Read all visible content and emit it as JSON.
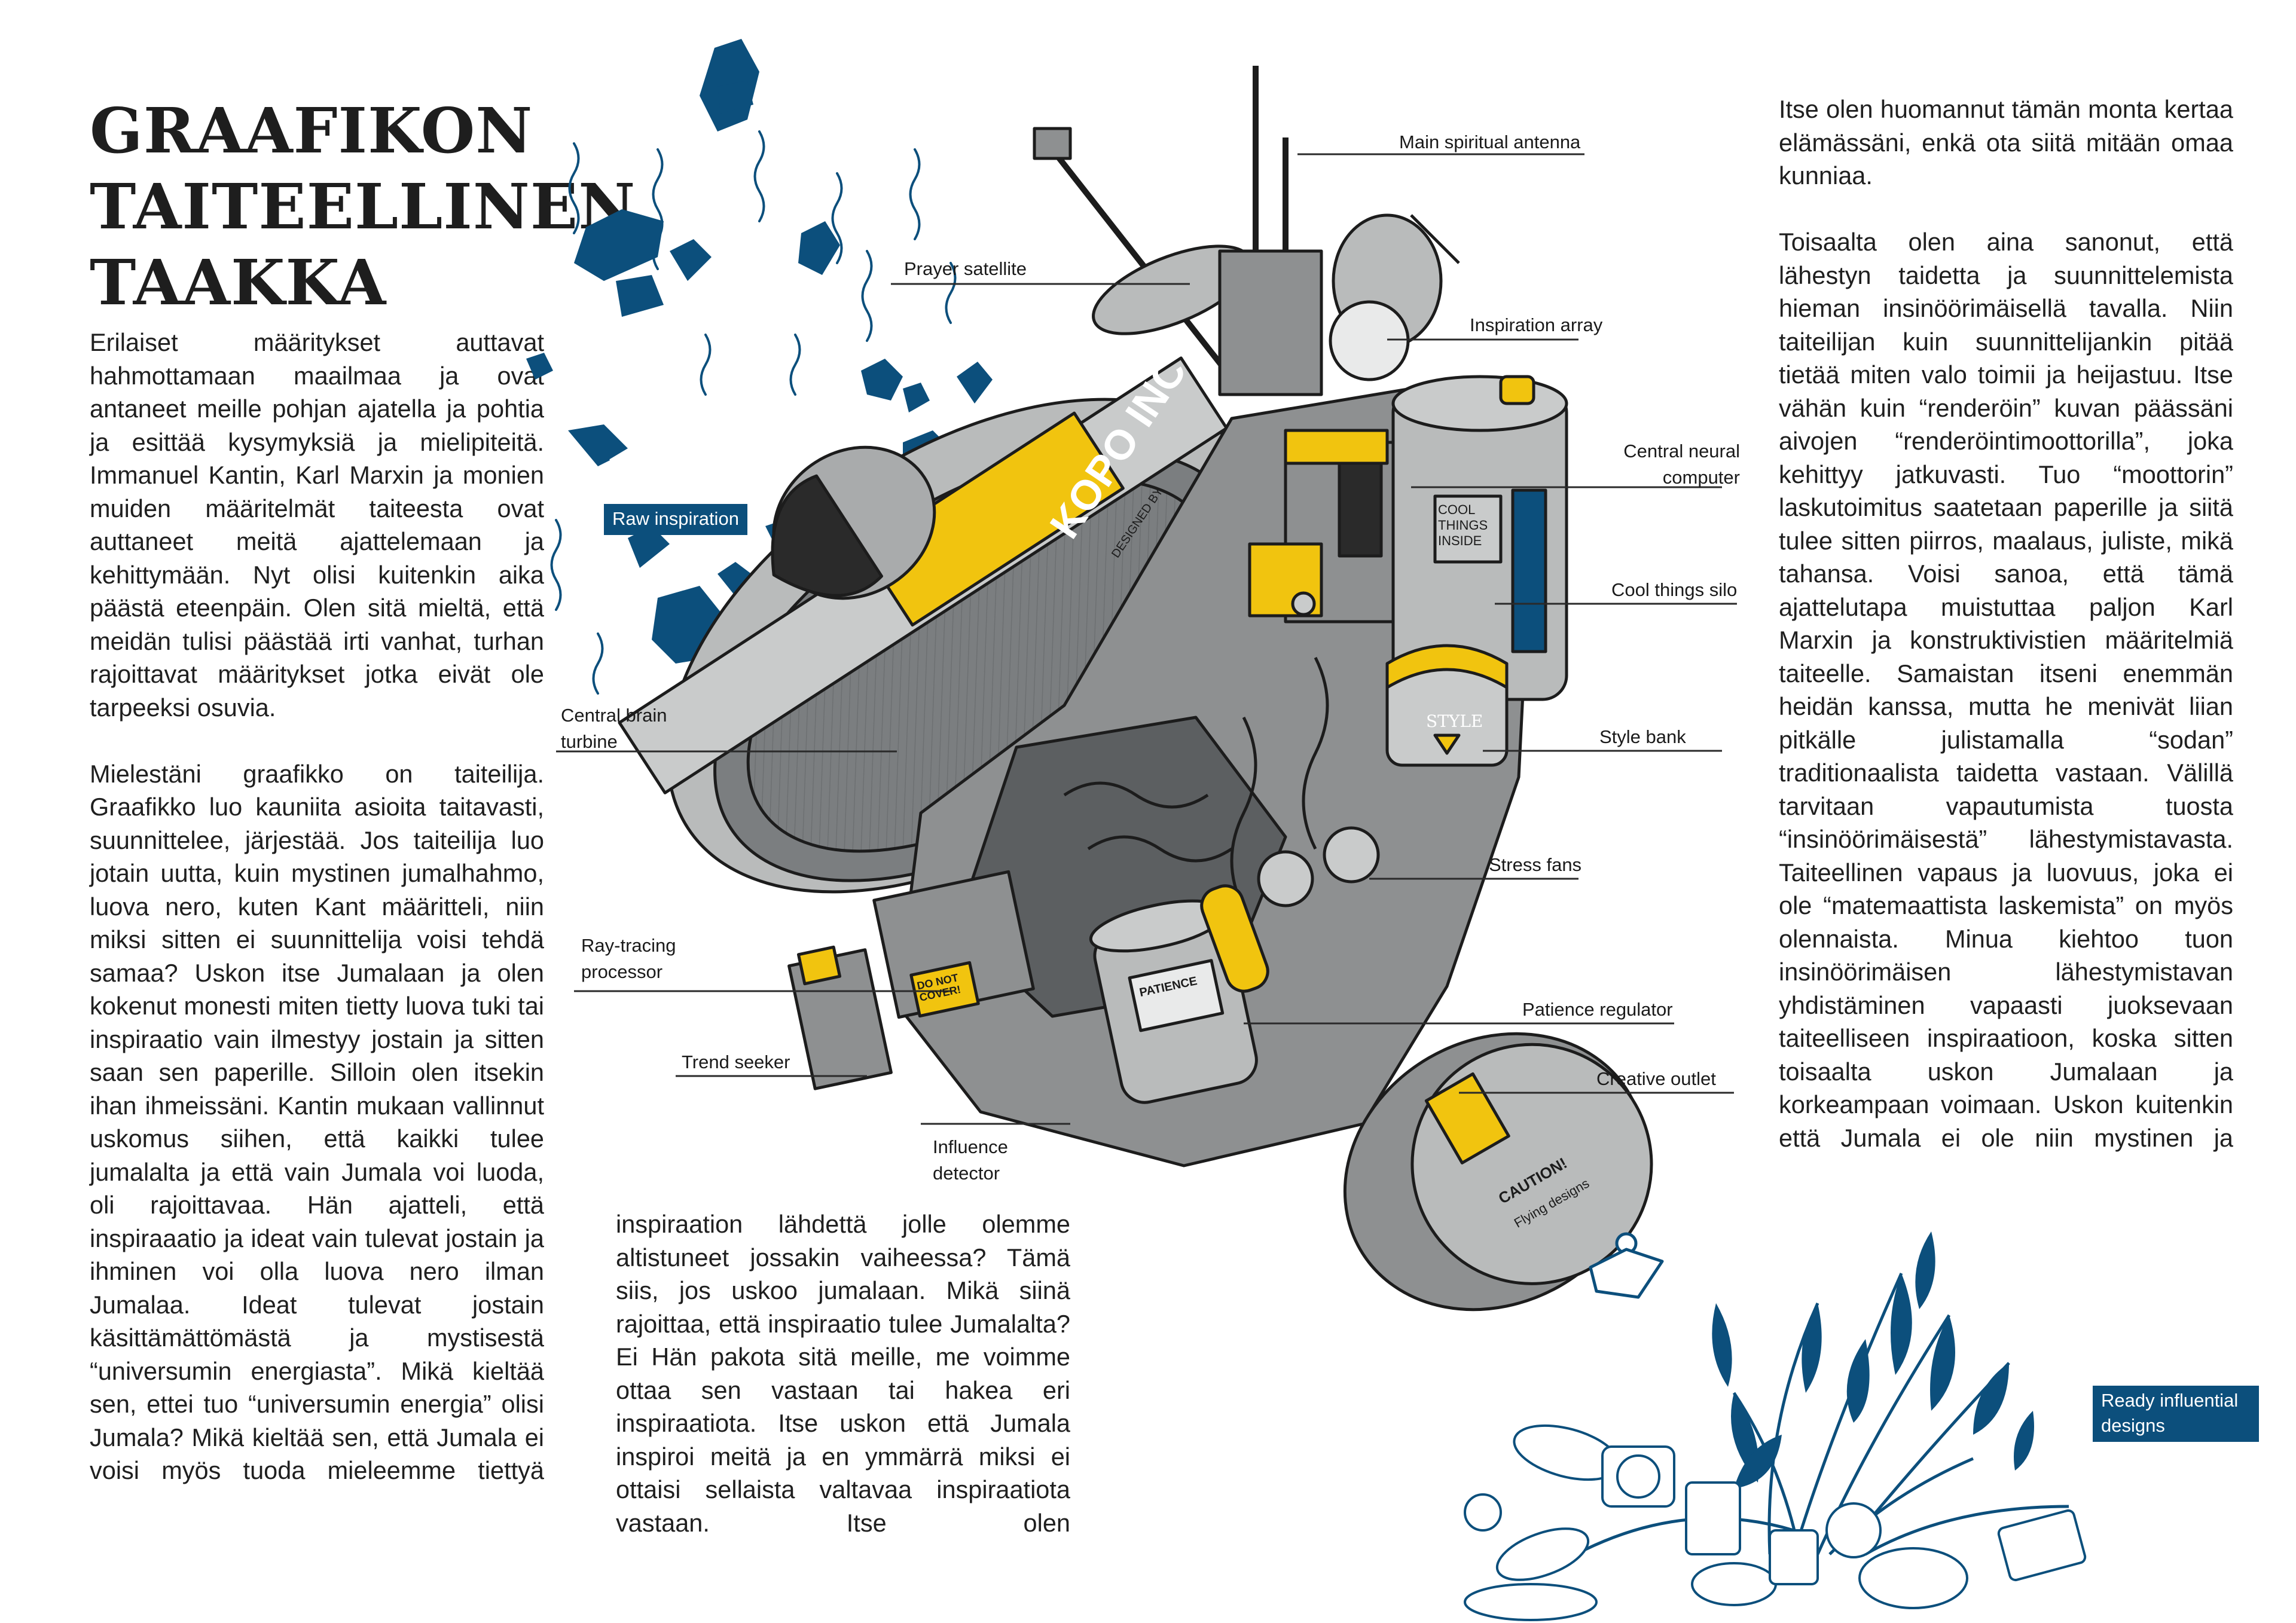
{
  "article": {
    "title_lines": [
      "GRAAFIKON",
      "TAITEELLINEN",
      "TAAKKA"
    ],
    "column1": {
      "p1": "Erilaiset määritykset auttavat hahmottamaan maailmaa ja ovat antaneet meille pohjan ajatella ja pohtia ja esittää kysymyksiä ja mielipiteitä. Immanuel Kantin, Karl Marxin ja monien muiden määritelmät taiteesta ovat auttaneet meitä ajattelemaan ja kehittymään. Nyt olisi kuitenkin aika päästä eteenpäin. Olen sitä mieltä, että meidän tulisi päästää irti vanhat, turhan rajoittavat määritykset jotka eivät ole tarpeeksi osuvia.",
      "p2": "Mielestäni graafikko on taiteilija. Graafikko luo kauniita asioita taitavasti, suunnittelee, järjestää. Jos taiteilija luo jotain uutta, kuin mystinen jumalhahmo, luova nero, kuten Kant määritteli, niin miksi sitten ei suunnittelija voisi tehdä samaa? Uskon itse Jumalaan ja olen kokenut monesti miten tietty luova tuki tai inspiraatio vain ilmestyy jostain ja sitten saan sen paperille. Silloin olen itsekin ihan ihmeissäni. Kantin mukaan vallinnut uskomus siihen, että kaikki tulee jumalalta ja että vain Jumala voi luoda, oli rajoittavaa. Hän ajatteli, että inspiraaatio ja ideat vain tulevat jostain ja ihminen voi olla luova nero ilman Jumalaa. Ideat tulevat jostain käsittämättömästä ja mystisestä “universumin energiasta”. Mikä kieltää sen, ettei tuo “universumin energia” olisi Jumala? Mikä kieltää sen, että Jumala ei voisi myös tuoda mieleemme tiettyä"
    },
    "column2": {
      "p1": "inspiraation lähdettä jolle olemme altistuneet jossakin vaiheessa? Tämä siis, jos uskoo jumalaan. Mikä siinä rajoittaa, että inspiraatio tulee Jumalalta? Ei Hän pakota sitä meille, me voimme ottaa sen vastaan tai hakea eri inspiraatiota. Itse uskon että Jumala inspiroi meitä ja en ymmärrä miksi ei ottaisi sellaista valtavaa inspiraatiota vastaan. Itse olen"
    },
    "column3": {
      "p1": "Itse olen huomannut tämän monta kertaa elämässäni, enkä ota siitä mitään omaa kunniaa.",
      "p2": "Toisaalta olen aina sanonut, että lähestyn taidetta ja suunnittelemista hieman insinöörimäisellä tavalla. Niin taiteilijan kuin suunnittelijankin pitää tietää miten valo toimii ja heijastuu. Itse vähän kuin “renderöin” kuvan päässäni aivojen “renderöintimoottorilla”, joka kehittyy jatkuvasti. Tuo “moottorin” laskutoimitus saatetaan paperille ja siitä tulee sitten piirros, maalaus, juliste, mikä tahansa. Voisi sanoa, että tämä ajattelutapa muistuttaa paljon Karl Marxin ja konstruktivistien määritelmiä taiteelle. Samaistan itseni enemmän heidän kanssa, mutta he menivät liian pitkälle julistamalla “sodan” traditionaalista taidetta vastaan. Välillä tarvitaan vapautumista tuosta “insinöörimäisestä” lähestymistavasta. Taiteellinen vapaus ja luovuus, joka ei ole “matemaattista laskemista” on myös olennaista. Minua kiehtoo tuon insinöörimäisen lähestymistavan yhdistäminen vapaasti juoksevaan taiteelliseen inspiraatioon, koska sitten toisaalta uskon Jumalaan ja korkeampaan voimaan. Uskon kuitenkin että Jumala ei ole niin mystinen ja"
    }
  },
  "illustration": {
    "labels": {
      "main_antenna": "Main spiritual antenna",
      "prayer_satellite": "Prayer satellite",
      "inspiration_array": "Inspiration array",
      "central_neural_computer": "Central neural computer",
      "cool_things_silo": "Cool things silo",
      "central_brain_turbine": "Central brain turbine",
      "style_bank": "Style bank",
      "stress_fans": "Stress fans",
      "ray_tracing_processor": "Ray-tracing processor",
      "patience_regulator": "Patience regulator",
      "trend_seeker": "Trend seeker",
      "creative_outlet": "Creative outlet",
      "influence_detector": "Influence detector"
    },
    "tags": {
      "raw_inspiration": "Raw inspiration",
      "ready_designs": "Ready influential designs"
    },
    "machine_text": {
      "kopo": "KOPO INC",
      "kopo_sub": "DESIGNED BY",
      "cool_things_inside": "COOL THINGS INSIDE",
      "style": "STYLE",
      "do_not_cover": "DO NOT COVER!",
      "patience": "PATIENCE",
      "caution": "CAUTION!",
      "flying_designs": "Flying designs"
    },
    "colors": {
      "ink_blue": "#0c4f7c",
      "machine_gray": "#8e9091",
      "light_gray": "#b9bbbb",
      "yellow": "#f1c40f",
      "outline": "#1c1c1c"
    }
  }
}
